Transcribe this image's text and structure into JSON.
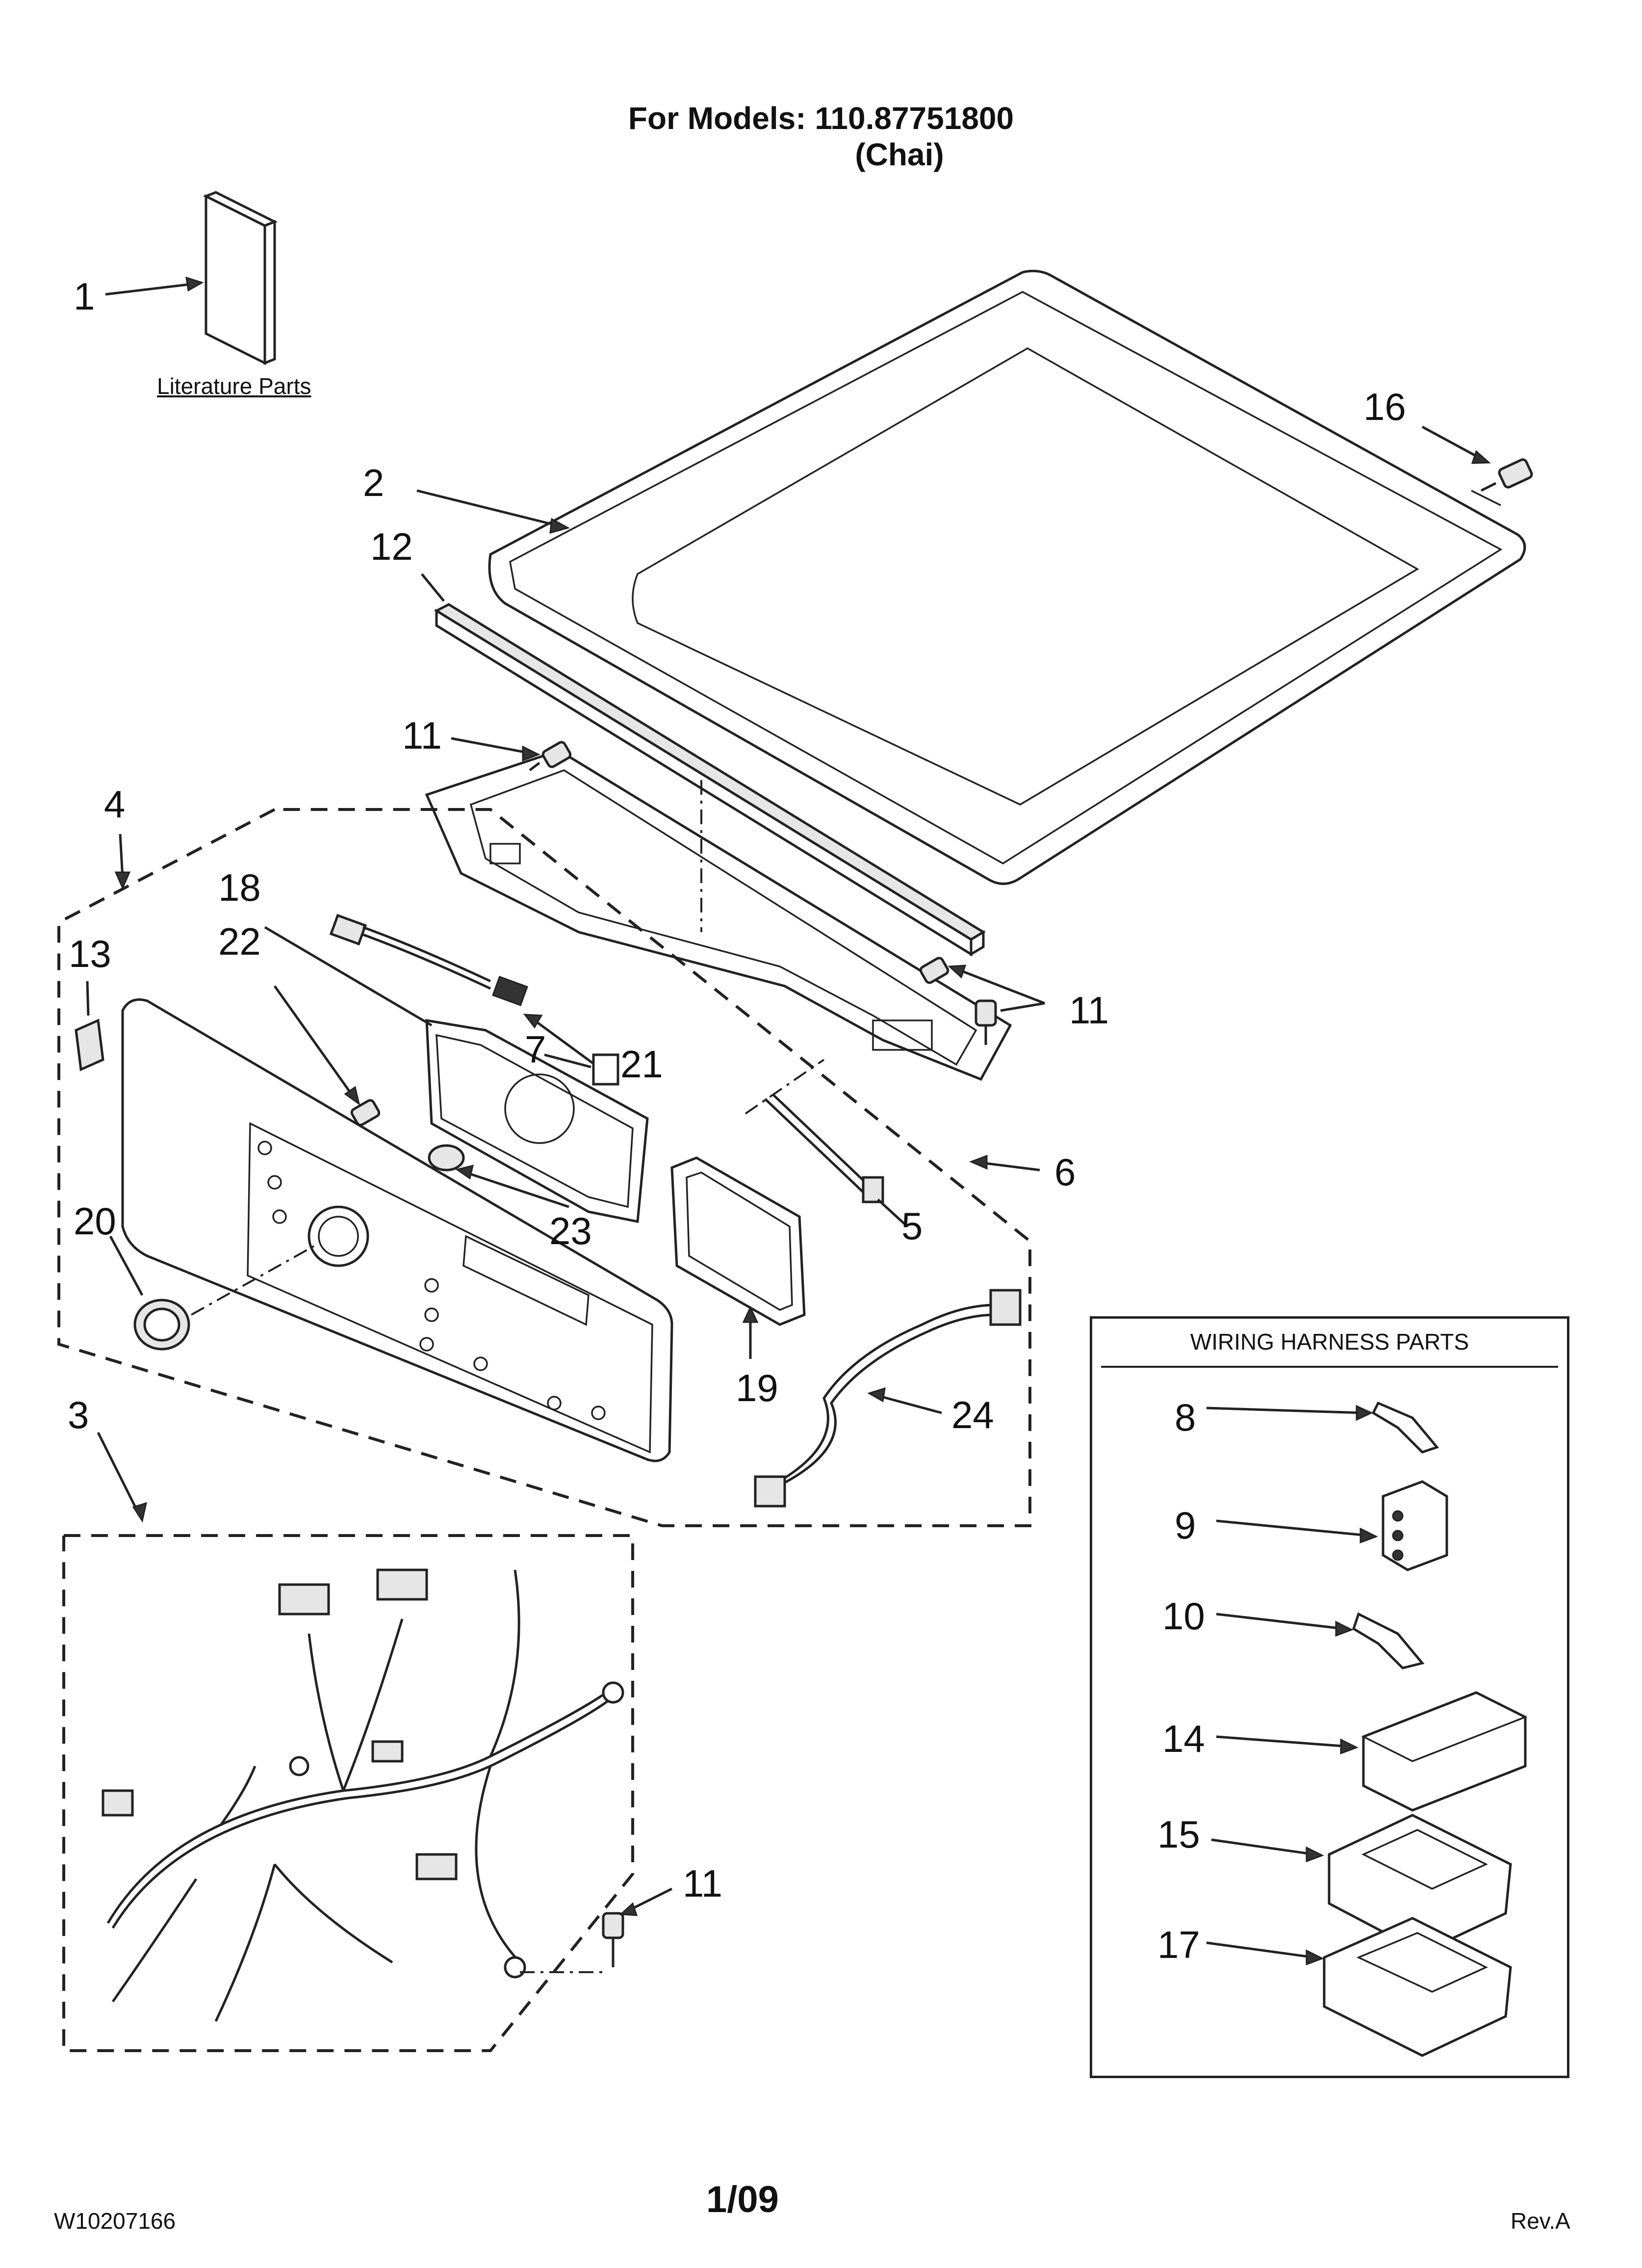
{
  "header": {
    "models_line": "For Models: 110.87751800",
    "variant_line": "(Chai)"
  },
  "literature": {
    "caption": "Literature Parts"
  },
  "callouts": {
    "c1": "1",
    "c2": "2",
    "c3": "3",
    "c4": "4",
    "c5": "5",
    "c6": "6",
    "c7": "7",
    "c11a": "11",
    "c11b": "11",
    "c11c": "11",
    "c12": "12",
    "c13": "13",
    "c16": "16",
    "c18": "18",
    "c19": "19",
    "c20": "20",
    "c21": "21",
    "c22": "22",
    "c23": "23",
    "c24": "24"
  },
  "wiring_harness_parts": {
    "heading": "WIRING HARNESS PARTS",
    "items": [
      "8",
      "9",
      "10",
      "14",
      "15",
      "17"
    ]
  },
  "footer": {
    "doc_number": "W10207166",
    "page": "1/09",
    "revision": "Rev.A"
  }
}
